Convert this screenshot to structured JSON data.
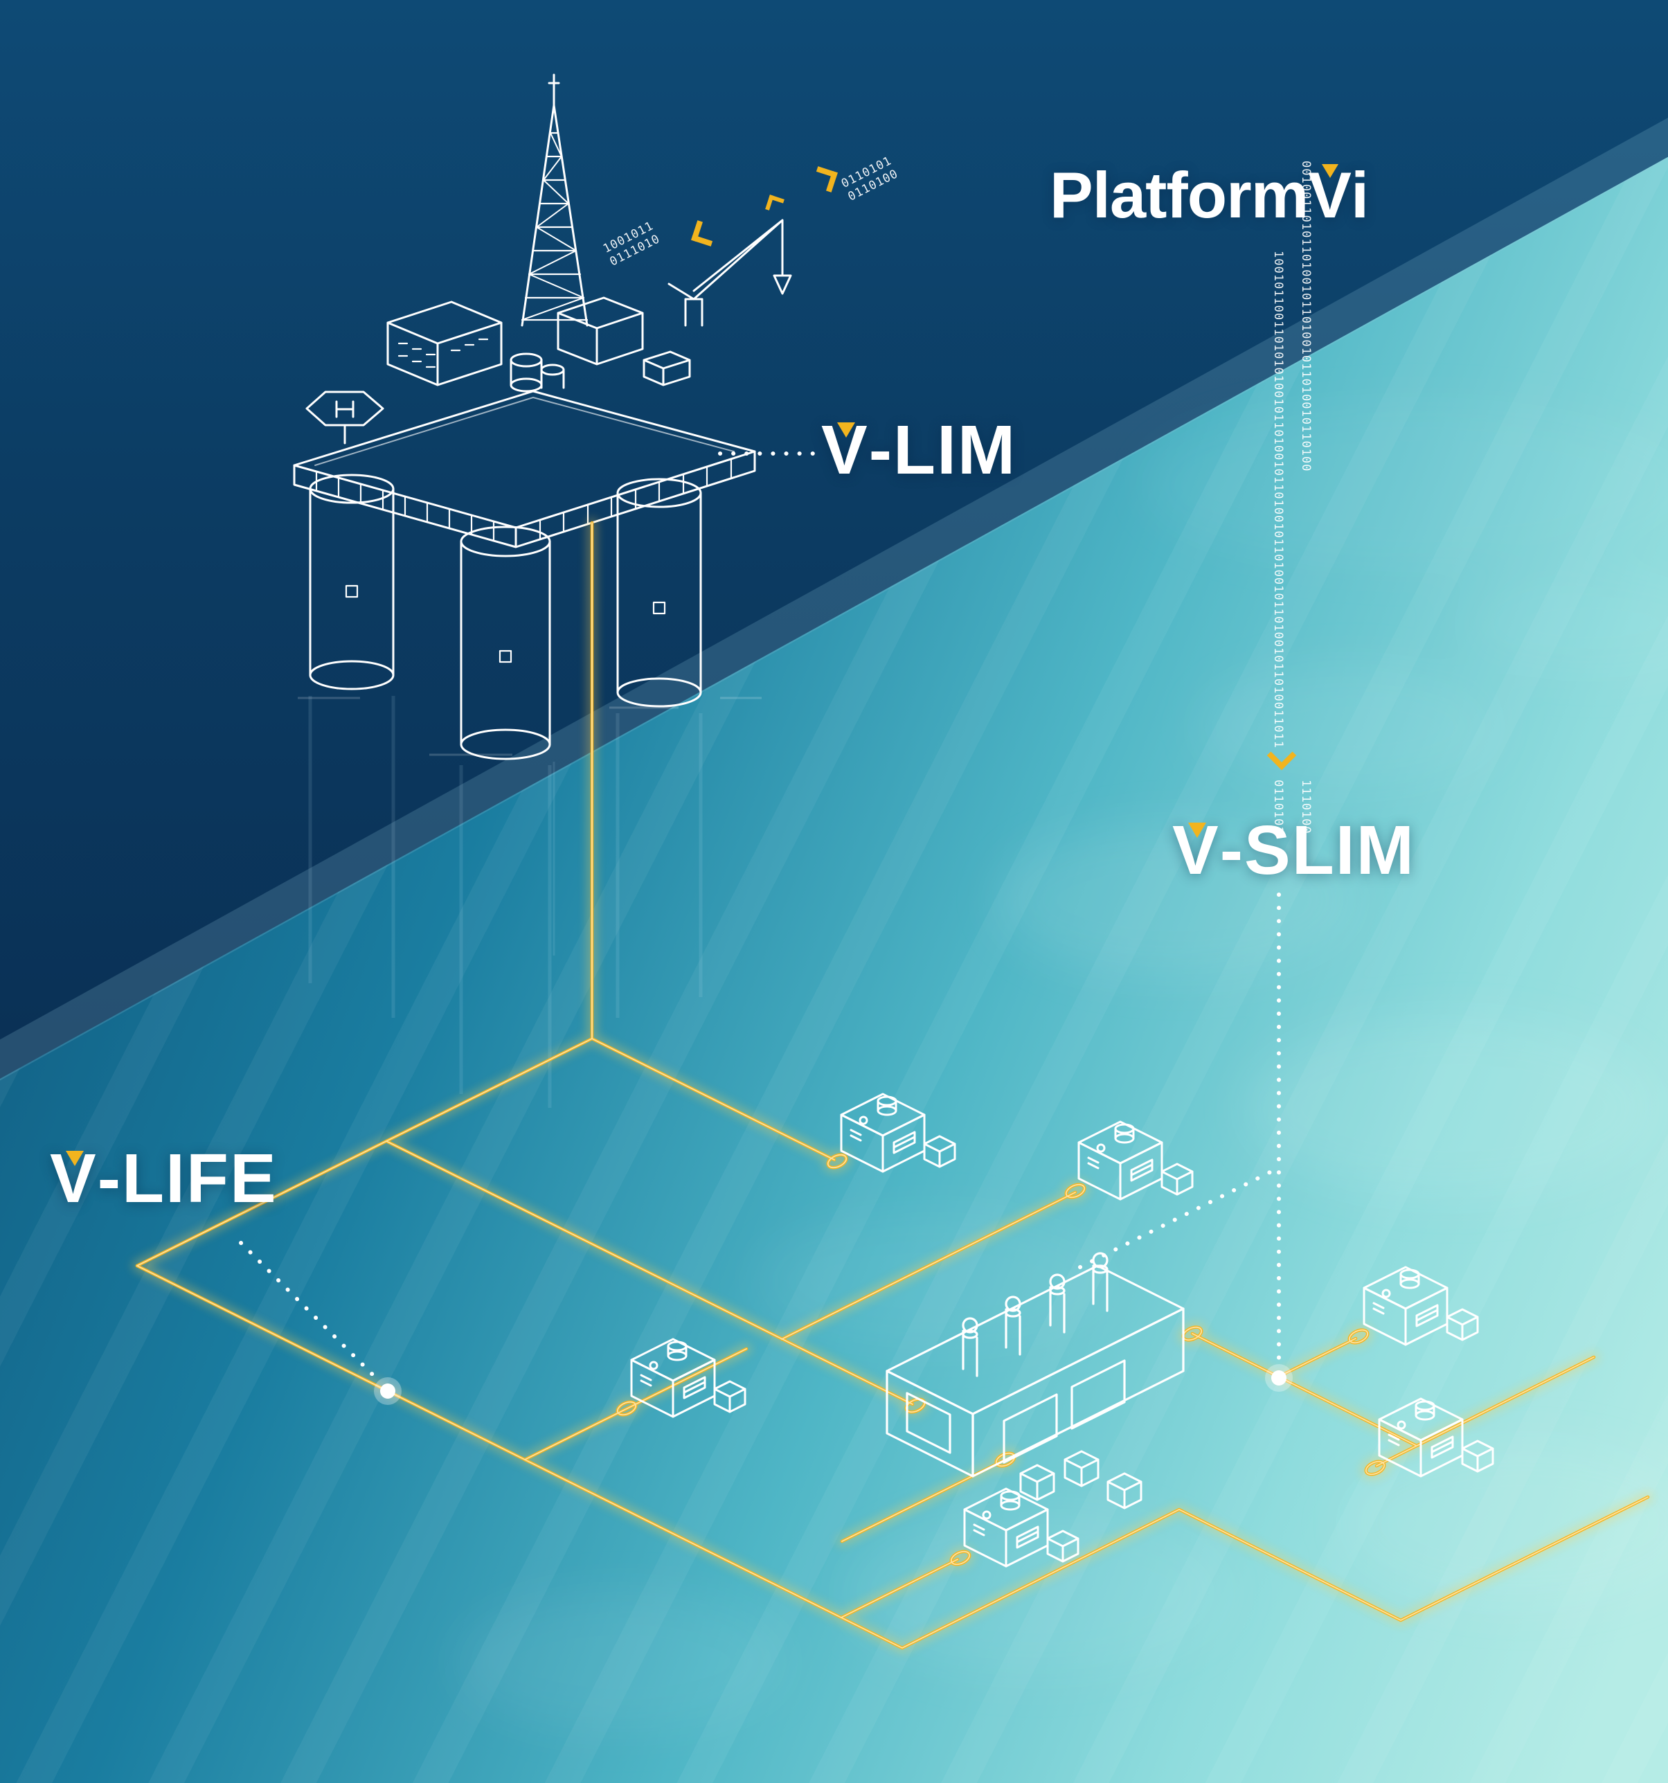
{
  "logo": {
    "prefix": "Platform",
    "v": "V",
    "suffix": "i"
  },
  "labels": {
    "vlim": {
      "v": "V",
      "rest": "-LIM"
    },
    "vslim": {
      "v": "V",
      "rest": "-SLIM"
    },
    "vlife": {
      "v": "V",
      "rest": "-LIFE"
    }
  },
  "binary": {
    "diag_right_1": "0110101",
    "diag_right_2": "0110100",
    "diag_left_1": "1001011",
    "diag_left_2": "0111010",
    "col_long": "1001011001101010100101101001011010010110100101101001011010011011",
    "col_short": "0010011010110100101101001011010010110100",
    "tail_1": "0110101",
    "tail_2": "1110100"
  },
  "colors": {
    "accent_yellow": "#F2B41E",
    "line_white": "#FFFFFF",
    "navy": "#0B3A60",
    "turquoise": "#7ED3D8"
  },
  "scene": {
    "platform": "offshore-drilling-rig",
    "subsea_nodes": 6,
    "manifold_units": 1
  }
}
